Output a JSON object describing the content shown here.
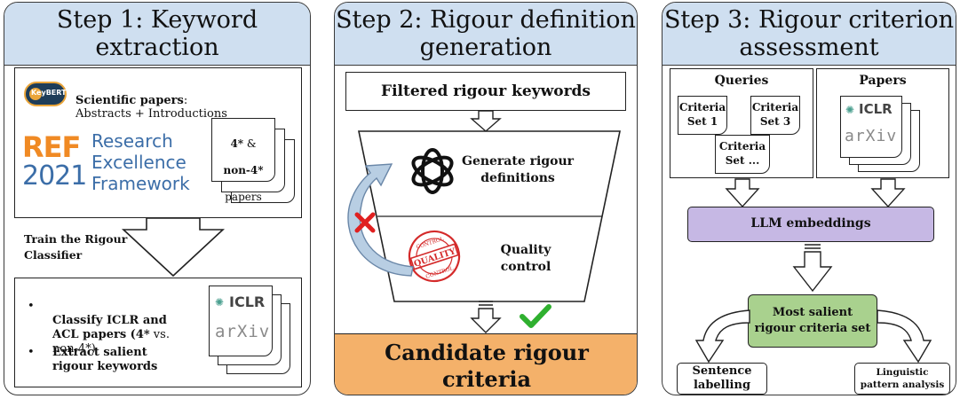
{
  "step1": {
    "title": "Step 1: Keyword\nextraction",
    "keybert_logo": "KeyBERT",
    "sci_papers_bold": "Scientific papers",
    "sci_papers_rest": ":\nAbstracts + Introductions",
    "ref_logo": {
      "ref": "REF",
      "year": "2021",
      "line1": "Research",
      "line2": "Excellence",
      "line3": "Framework"
    },
    "papers_4star": "4*",
    "papers_amp": " &",
    "papers_non4": "non-4*",
    "papers_word": "papers",
    "train_label": "Train the Rigour\nClassifier",
    "bullet1_bold_a": "Classify ICLR and\nACL papers (",
    "bullet1_bold_b": "4*",
    "bullet1_rest": " vs.\nnon-4*",
    "bullet1_close": ")",
    "bullet2": "Extract salient\nrigour keywords",
    "iclr_logo": "ICLR",
    "arxiv_logo": "arXiv"
  },
  "step2": {
    "title": "Step 2: Rigour definition\ngeneration",
    "filtered": "Filtered rigour keywords",
    "generate": "Generate rigour\ndefinitions",
    "quality": "Quality\ncontrol",
    "stamp_top": "CONTROL",
    "stamp_mid": "QUALITY",
    "stamp_bot": "CONTROL",
    "candidate": "Candidate rigour\ncriteria"
  },
  "step3": {
    "title": "Step 3: Rigour criterion\nassessment",
    "queries": "Queries",
    "papers": "Papers",
    "criteria1": "Criteria\nSet 1",
    "criteria3": "Criteria\nSet 3",
    "criteria_n": "Criteria\nSet ...",
    "iclr_logo": "ICLR",
    "arxiv_logo": "arXiv",
    "llm": "LLM embeddings",
    "salient": "Most salient\nrigour criteria set",
    "sentence": "Sentence\nlabelling",
    "linguistic": "Linguistic\npattern analysis"
  },
  "colors": {
    "header_blue": "#cfdff0",
    "llm_purple": "#c6b8e4",
    "salient_green": "#a9d18e",
    "candidate_orange": "#f4b16a",
    "red_x": "#e02020",
    "green_check": "#2fb02f",
    "ref_orange": "#f08a24",
    "ref_blue": "#3c6ea8"
  }
}
